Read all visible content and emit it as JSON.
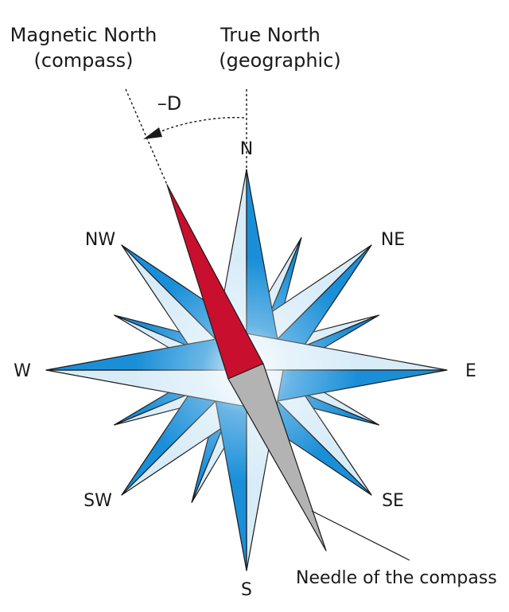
{
  "labels": {
    "magnetic_north_line1": "Magnetic North",
    "magnetic_north_line2": "(compass)",
    "true_north_line1": "True North",
    "true_north_line2": "(geographic)",
    "declination": "–D",
    "needle": "Needle of the compass"
  },
  "directions": {
    "n": "N",
    "ne": "NE",
    "e": "E",
    "se": "SE",
    "s": "S",
    "sw": "SW",
    "w": "W",
    "nw": "NW"
  },
  "colors": {
    "ray_dark": "#1a8fd8",
    "ray_light": "#d8ecf8",
    "needle_north": "#c8102e",
    "needle_south": "#b3b3b3",
    "outline": "#1a1a1a"
  }
}
